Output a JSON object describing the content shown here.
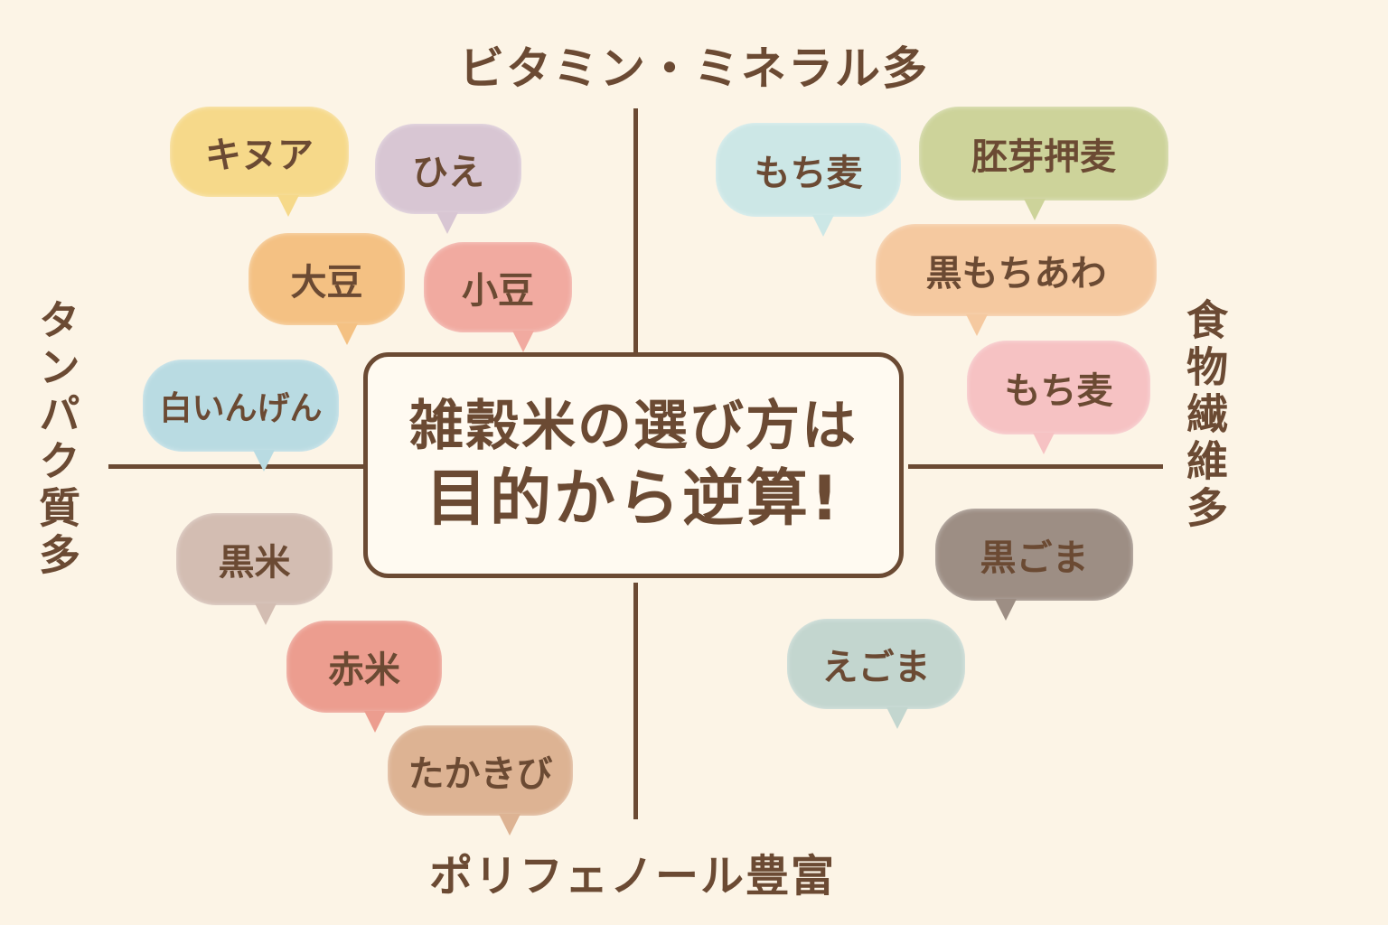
{
  "axes": {
    "top": "ビタミン・ミネラル多",
    "bottom": "ポリフェノール豊富",
    "left": "タンパク質多",
    "right": "食物繊維多"
  },
  "center": {
    "line1": "雑穀米の選び方は",
    "line2": "目的から逆算!"
  },
  "bubbles": [
    {
      "label": "キヌア",
      "color": "#f6d98a"
    },
    {
      "label": "ひえ",
      "color": "#d8c6d3"
    },
    {
      "label": "大豆",
      "color": "#f4c183"
    },
    {
      "label": "小豆",
      "color": "#f1aaa0"
    },
    {
      "label": "白いんげん",
      "color": "#b9dbe2"
    },
    {
      "label": "黒米",
      "color": "#d3bdb2"
    },
    {
      "label": "赤米",
      "color": "#ec9d8f"
    },
    {
      "label": "たかきび",
      "color": "#ddb393"
    },
    {
      "label": "もち麦",
      "color": "#cce7e6"
    },
    {
      "label": "胚芽押麦",
      "color": "#cdd39a"
    },
    {
      "label": "黒もちあわ",
      "color": "#f5c9a0"
    },
    {
      "label": "もち麦",
      "color": "#f6c2c3"
    },
    {
      "label": "黒ごま",
      "color": "#9d8e84"
    },
    {
      "label": "えごま",
      "color": "#c3d6cf"
    }
  ]
}
